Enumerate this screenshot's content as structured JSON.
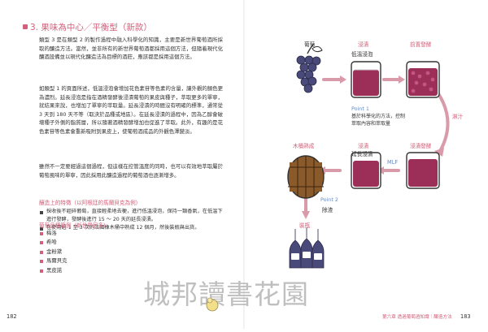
{
  "left_page": {
    "heading": "3. 果味為中心／平衡型（新款）",
    "paragraphs": [
      "類型 3 是在類型 2 的製作過程中融入科學化的知識，主要是新世界葡萄酒所採取的釀造方法。當然，並非所有的新世界葡萄酒都採用這個方法，但隨着現代化釀酒設備並以現代化釀造法為目標的酒莊，應該都是採用這個方法。",
      "如類型 1 的頁面所述，低溫浸泡會增加花色素苷等色素的含量，讓外觀的顏色更為濃烈。延長浸泡是指在酒精發酵後浸漬葡萄的果皮與種子，萃取更多的單寧，就結果來說，也增加了單寧的萃取量。延長浸漬的時間沒有明確的標準，通常從 3 天到 180 天不等（取決於品種或地區）。在延長浸漬的過程中，因為乙醇會破壞種子外側的脂質層，所以隨著酒精發酵增加也促進了萃取。此外，有趣的是花色素苷等色素會重新吸附到果皮上，使葡萄酒成品的外觀色澤變淡。",
      "雖然不一定要經過這個過程，但這樣在控管溫度的同時，也可以有效地萃取屬於葡萄風味的單寧，因此採用此釀造過程的葡萄酒也逐漸增多。"
    ],
    "features_title": "釀造上的特徵（以阿根廷的馬爾貝克為例）",
    "features": [
      "採收後不經碎葡萄，直接輕柔地去梗，進行低溫浸泡，保持一類香氣，在低溫下進行發酵，發酵後進行 15 ～ 20 天的延長浸漬。",
      "在使用過 1 至 3 次的法國橡木桶中熟成 12 個月，然後裝瓶與出貨。"
    ],
    "grapes_title": "葡萄品種範例（新世界居多）",
    "grapes": [
      "梅洛",
      "希哈",
      "金粉黛",
      "馬爾貝克",
      "黑皮諾"
    ],
    "page_number": "182"
  },
  "diagram": {
    "labels": {
      "grape": "葡萄",
      "soak": "浸漬",
      "cold_soak": "低溫浸泡",
      "fermentation_pre": "前置發酵",
      "pump_over": "淋汁",
      "fermentation_post": "浸漬發酵",
      "extended": "浸漬",
      "extended_maceration": "延長浸漬",
      "mlf": "MLF",
      "oak_aging": "木桶熟成",
      "clarify": "除渣",
      "bottling": "裝瓶"
    },
    "point1_title": "Point 1",
    "point1_lines": [
      "基於科學化的方法，控制",
      "萃取內容和萃取量"
    ],
    "point2_title": "Point 2",
    "colors": {
      "pink": "#d2607a",
      "grape": "#4a4a7a",
      "wine": "#9b2f58",
      "blue": "#6a8ac2"
    }
  },
  "footer": {
    "chapter": "第六章 透過葡萄酒知識｜釀造方法",
    "page_number": "183"
  },
  "watermark": "城邦讀書花園"
}
